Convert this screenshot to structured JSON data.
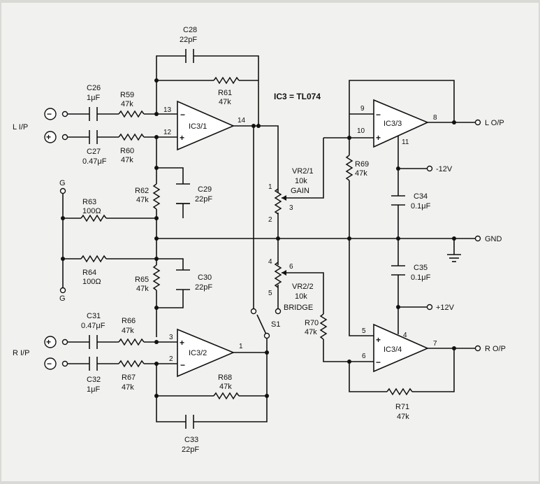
{
  "title": "IC3 = TL074",
  "opamps": {
    "ic31": {
      "label": "IC3/1",
      "pin_inv": "13",
      "pin_noninv": "12",
      "pin_out": "14"
    },
    "ic32": {
      "label": "IC3/2",
      "pin_noninv": "3",
      "pin_inv": "2",
      "pin_out": "1"
    },
    "ic33": {
      "label": "IC3/3",
      "pin_inv": "9",
      "pin_noninv": "10",
      "pin_out": "8",
      "pin_supply": "11"
    },
    "ic34": {
      "label": "IC3/4",
      "pin_noninv": "5",
      "pin_inv": "6",
      "pin_out": "7",
      "pin_supply": "4"
    }
  },
  "components": {
    "c26": {
      "name": "C26",
      "value": "1μF"
    },
    "c27": {
      "name": "C27",
      "value": "0.47μF"
    },
    "c28": {
      "name": "C28",
      "value": "22pF"
    },
    "c29": {
      "name": "C29",
      "value": "22pF"
    },
    "c30": {
      "name": "C30",
      "value": "22pF"
    },
    "c31": {
      "name": "C31",
      "value": "0.47μF"
    },
    "c32": {
      "name": "C32",
      "value": "1μF"
    },
    "c33": {
      "name": "C33",
      "value": "22pF"
    },
    "c34": {
      "name": "C34",
      "value": "0.1μF"
    },
    "c35": {
      "name": "C35",
      "value": "0.1μF"
    },
    "r59": {
      "name": "R59",
      "value": "47k"
    },
    "r60": {
      "name": "R60",
      "value": "47k"
    },
    "r61": {
      "name": "R61",
      "value": "47k"
    },
    "r62": {
      "name": "R62",
      "value": "47k"
    },
    "r63": {
      "name": "R63",
      "value": "100Ω"
    },
    "r64": {
      "name": "R64",
      "value": "100Ω"
    },
    "r65": {
      "name": "R65",
      "value": "47k"
    },
    "r66": {
      "name": "R66",
      "value": "47k"
    },
    "r67": {
      "name": "R67",
      "value": "47k"
    },
    "r68": {
      "name": "R68",
      "value": "47k"
    },
    "r69": {
      "name": "R69",
      "value": "47k"
    },
    "r70": {
      "name": "R70",
      "value": "47k"
    },
    "r71": {
      "name": "R71",
      "value": "47k"
    },
    "vr21": {
      "name": "VR2/1",
      "value": "10k",
      "label": "GAIN",
      "pin1": "1",
      "pin2": "2",
      "pin3": "3"
    },
    "vr22": {
      "name": "VR2/2",
      "value": "10k",
      "label": "BRIDGE",
      "pin4": "4",
      "pin5": "5",
      "pin6": "6"
    },
    "s1": {
      "name": "S1"
    }
  },
  "terminals": {
    "l_ip": "L I/P",
    "r_ip": "R I/P",
    "l_op": "L O/P",
    "r_op": "R O/P",
    "gnd": "GND",
    "neg12": "-12V",
    "pos12": "+12V",
    "g_top": "G",
    "g_bottom": "G",
    "minus_sign": "−",
    "plus_sign": "+"
  }
}
